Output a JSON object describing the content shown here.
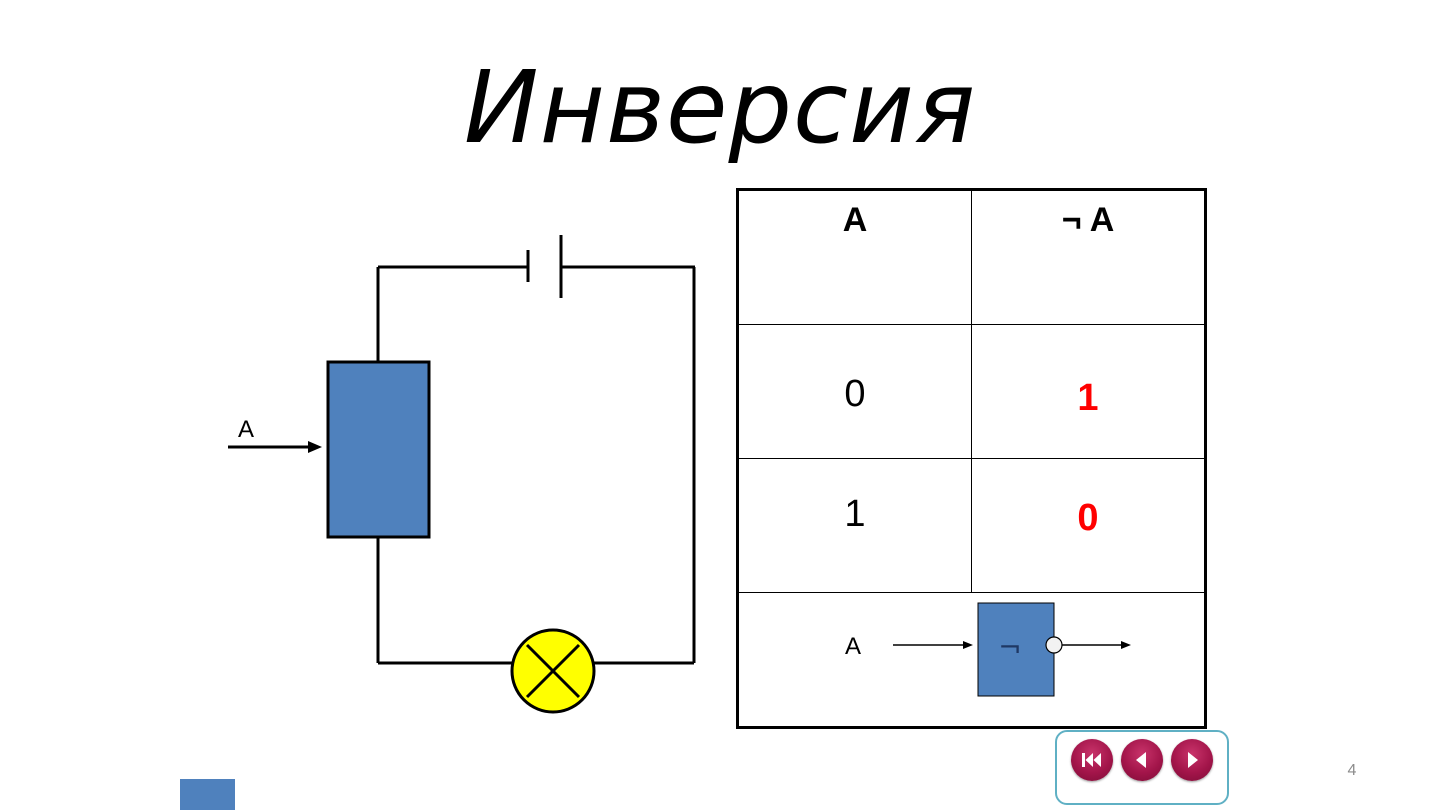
{
  "slide": {
    "title": "Инверсия",
    "page_number": "4"
  },
  "circuit": {
    "input_label": "A",
    "switch_color": "#4f81bd",
    "lamp_color": "#ffff00"
  },
  "truth_table": {
    "headers": [
      "A",
      "¬ A"
    ],
    "rows": [
      {
        "a": "0",
        "not_a": "1"
      },
      {
        "a": "1",
        "not_a": "0"
      }
    ],
    "output_color": "#ff0000"
  },
  "gate": {
    "input_label": "A",
    "symbol": "¬",
    "fill_color": "#4f81bd"
  },
  "navigation": {
    "buttons": [
      {
        "icon": "first-slide-icon"
      },
      {
        "icon": "previous-slide-icon"
      },
      {
        "icon": "next-slide-icon"
      }
    ],
    "border_color": "#5fb0c4"
  }
}
